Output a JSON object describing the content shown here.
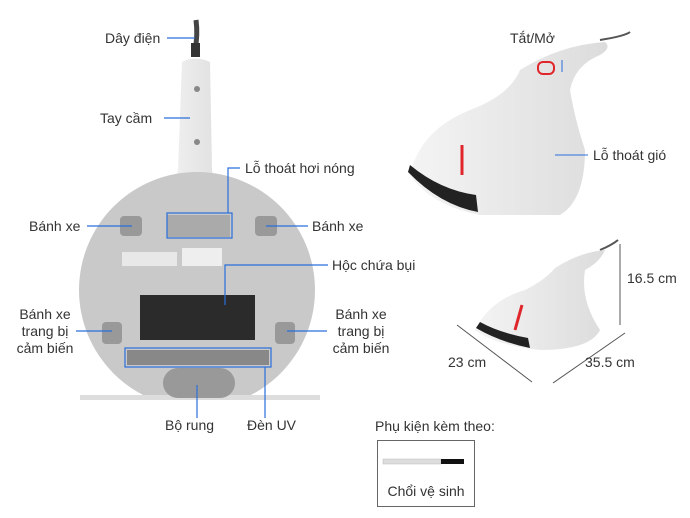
{
  "labels": {
    "power_cord": "Dây điện",
    "handle": "Tay cầm",
    "hot_air_vent": "Lỗ thoát hơi nóng",
    "wheel_left": "Bánh xe",
    "wheel_right": "Bánh xe",
    "dust_box": "Hộc chứa bụi",
    "sensor_wheel_left": [
      "Bánh xe",
      "trang bị",
      "cảm biến"
    ],
    "sensor_wheel_right": [
      "Bánh xe",
      "trang bị",
      "cảm biến"
    ],
    "vibrator": "Bộ rung",
    "uv_lamp": "Đèn UV",
    "power_switch": "Tắt/Mở",
    "air_vent": "Lỗ thoát gió"
  },
  "dimensions": {
    "height": "16.5 cm",
    "width": "23 cm",
    "length": "35.5 cm"
  },
  "accessories": {
    "title": "Phụ kiện kèm theo:",
    "item": "Chổi vệ sinh"
  },
  "colors": {
    "callout": "#2a6fdb",
    "accent": "#e0262b"
  }
}
